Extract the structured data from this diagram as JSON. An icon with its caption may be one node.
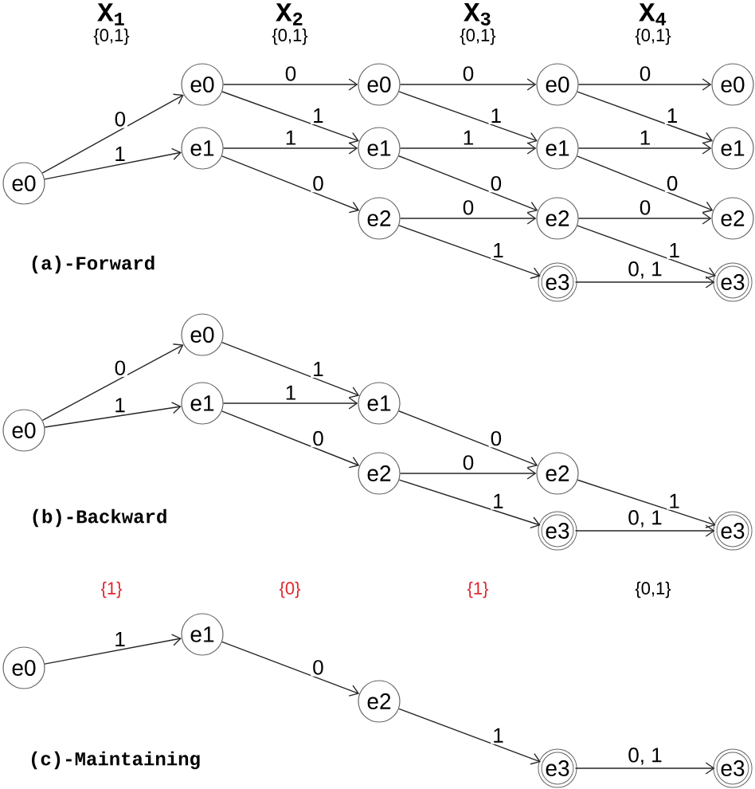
{
  "diagram": {
    "nodes": [
      {
        "text": [
          "e0"
        ]
      },
      {
        "text": [
          "e0"
        ]
      },
      {
        "text": [
          "e1"
        ]
      },
      {
        "text": [
          "e0"
        ]
      },
      {
        "text": [
          "e1"
        ]
      },
      {
        "text": [
          "e2"
        ]
      },
      {
        "text": [
          "e0"
        ]
      },
      {
        "text": [
          "e1"
        ]
      },
      {
        "text": [
          "e2"
        ]
      },
      {
        "text": [
          "e3"
        ]
      },
      {
        "text": [
          "e0"
        ]
      },
      {
        "text": [
          "e1"
        ]
      },
      {
        "text": [
          "e2"
        ]
      },
      {
        "text": [
          "e3"
        ]
      },
      {
        "text": [
          "e0"
        ]
      },
      {
        "text": [
          "e0"
        ]
      },
      {
        "text": [
          "e1"
        ]
      },
      {
        "text": [
          "e1"
        ]
      },
      {
        "text": [
          "e2"
        ]
      },
      {
        "text": [
          "e2"
        ]
      },
      {
        "text": [
          "e3"
        ]
      },
      {
        "text": [
          "e3"
        ]
      },
      {
        "text": [
          "e0"
        ]
      },
      {
        "text": [
          "e1"
        ]
      },
      {
        "text": [
          "e2"
        ]
      },
      {
        "text": [
          "e3"
        ]
      },
      {
        "text": [
          "e3"
        ]
      }
    ],
    "edges": [
      {
        "from": 0,
        "to": 1,
        "arrow": "to",
        "label": "0"
      },
      {
        "from": 0,
        "to": 2,
        "arrow": "to",
        "label": "1"
      },
      {
        "from": 1,
        "to": 3,
        "arrow": "to",
        "label": "0"
      },
      {
        "from": 1,
        "to": 4,
        "arrow": "to",
        "label": "1"
      },
      {
        "from": 2,
        "to": 4,
        "arrow": "to",
        "label": "1"
      },
      {
        "from": 2,
        "to": 5,
        "arrow": "to",
        "label": "0"
      },
      {
        "from": 3,
        "to": 6,
        "arrow": "to",
        "label": "0"
      },
      {
        "from": 3,
        "to": 7,
        "arrow": "to",
        "label": "1"
      },
      {
        "from": 4,
        "to": 7,
        "arrow": "to",
        "label": "1"
      },
      {
        "from": 4,
        "to": 8,
        "arrow": "to",
        "label": "0"
      },
      {
        "from": 5,
        "to": 8,
        "arrow": "to",
        "label": "0"
      },
      {
        "from": 5,
        "to": 9,
        "arrow": "to",
        "label": "1"
      },
      {
        "from": 6,
        "to": 10,
        "arrow": "to",
        "label": "0"
      },
      {
        "from": 6,
        "to": 11,
        "arrow": "to",
        "label": "1"
      },
      {
        "from": 7,
        "to": 11,
        "arrow": "to",
        "label": "1"
      },
      {
        "from": 7,
        "to": 12,
        "arrow": "to",
        "label": "0"
      },
      {
        "from": 8,
        "to": 12,
        "arrow": "to",
        "label": "0"
      },
      {
        "from": 8,
        "to": 13,
        "arrow": "to",
        "label": "1"
      },
      {
        "from": 9,
        "to": 13,
        "arrow": "to",
        "label": "0, 1"
      },
      {
        "from": 14,
        "to": 15,
        "arrow": "to",
        "label": "0"
      },
      {
        "from": 14,
        "to": 16,
        "arrow": "to",
        "label": "1"
      },
      {
        "from": 15,
        "to": 17,
        "arrow": "to",
        "label": "1"
      },
      {
        "from": 16,
        "to": 17,
        "arrow": "to",
        "label": "1"
      },
      {
        "from": 16,
        "to": 18,
        "arrow": "to",
        "label": "0"
      },
      {
        "from": 17,
        "to": 19,
        "arrow": "to",
        "label": "0"
      },
      {
        "from": 18,
        "to": 19,
        "arrow": "to",
        "label": "0"
      },
      {
        "from": 18,
        "to": 20,
        "arrow": "to",
        "label": "1"
      },
      {
        "from": 19,
        "to": 21,
        "arrow": "to",
        "label": "1"
      },
      {
        "from": 20,
        "to": 21,
        "arrow": "to",
        "label": "0, 1"
      },
      {
        "from": 22,
        "to": 23,
        "arrow": "to",
        "label": "1"
      },
      {
        "from": 23,
        "to": 24,
        "arrow": "to",
        "label": "0"
      },
      {
        "from": 24,
        "to": 25,
        "arrow": "to",
        "label": "1"
      },
      {
        "from": 25,
        "to": 26,
        "arrow": "to",
        "label": "0, 1"
      }
    ],
    "labels": [
      "X$_{1}$",
      "X$_{2}$",
      "X$_{3}$",
      "X$_{4}$",
      "{0,1}",
      "{0,1}",
      "{0,1}",
      "{0,1}",
      "(a)-Forward",
      "(b)-Backward",
      "{1}",
      "{0}",
      "{1}",
      "{0,1}",
      "(c)-Maintaining"
    ]
  }
}
